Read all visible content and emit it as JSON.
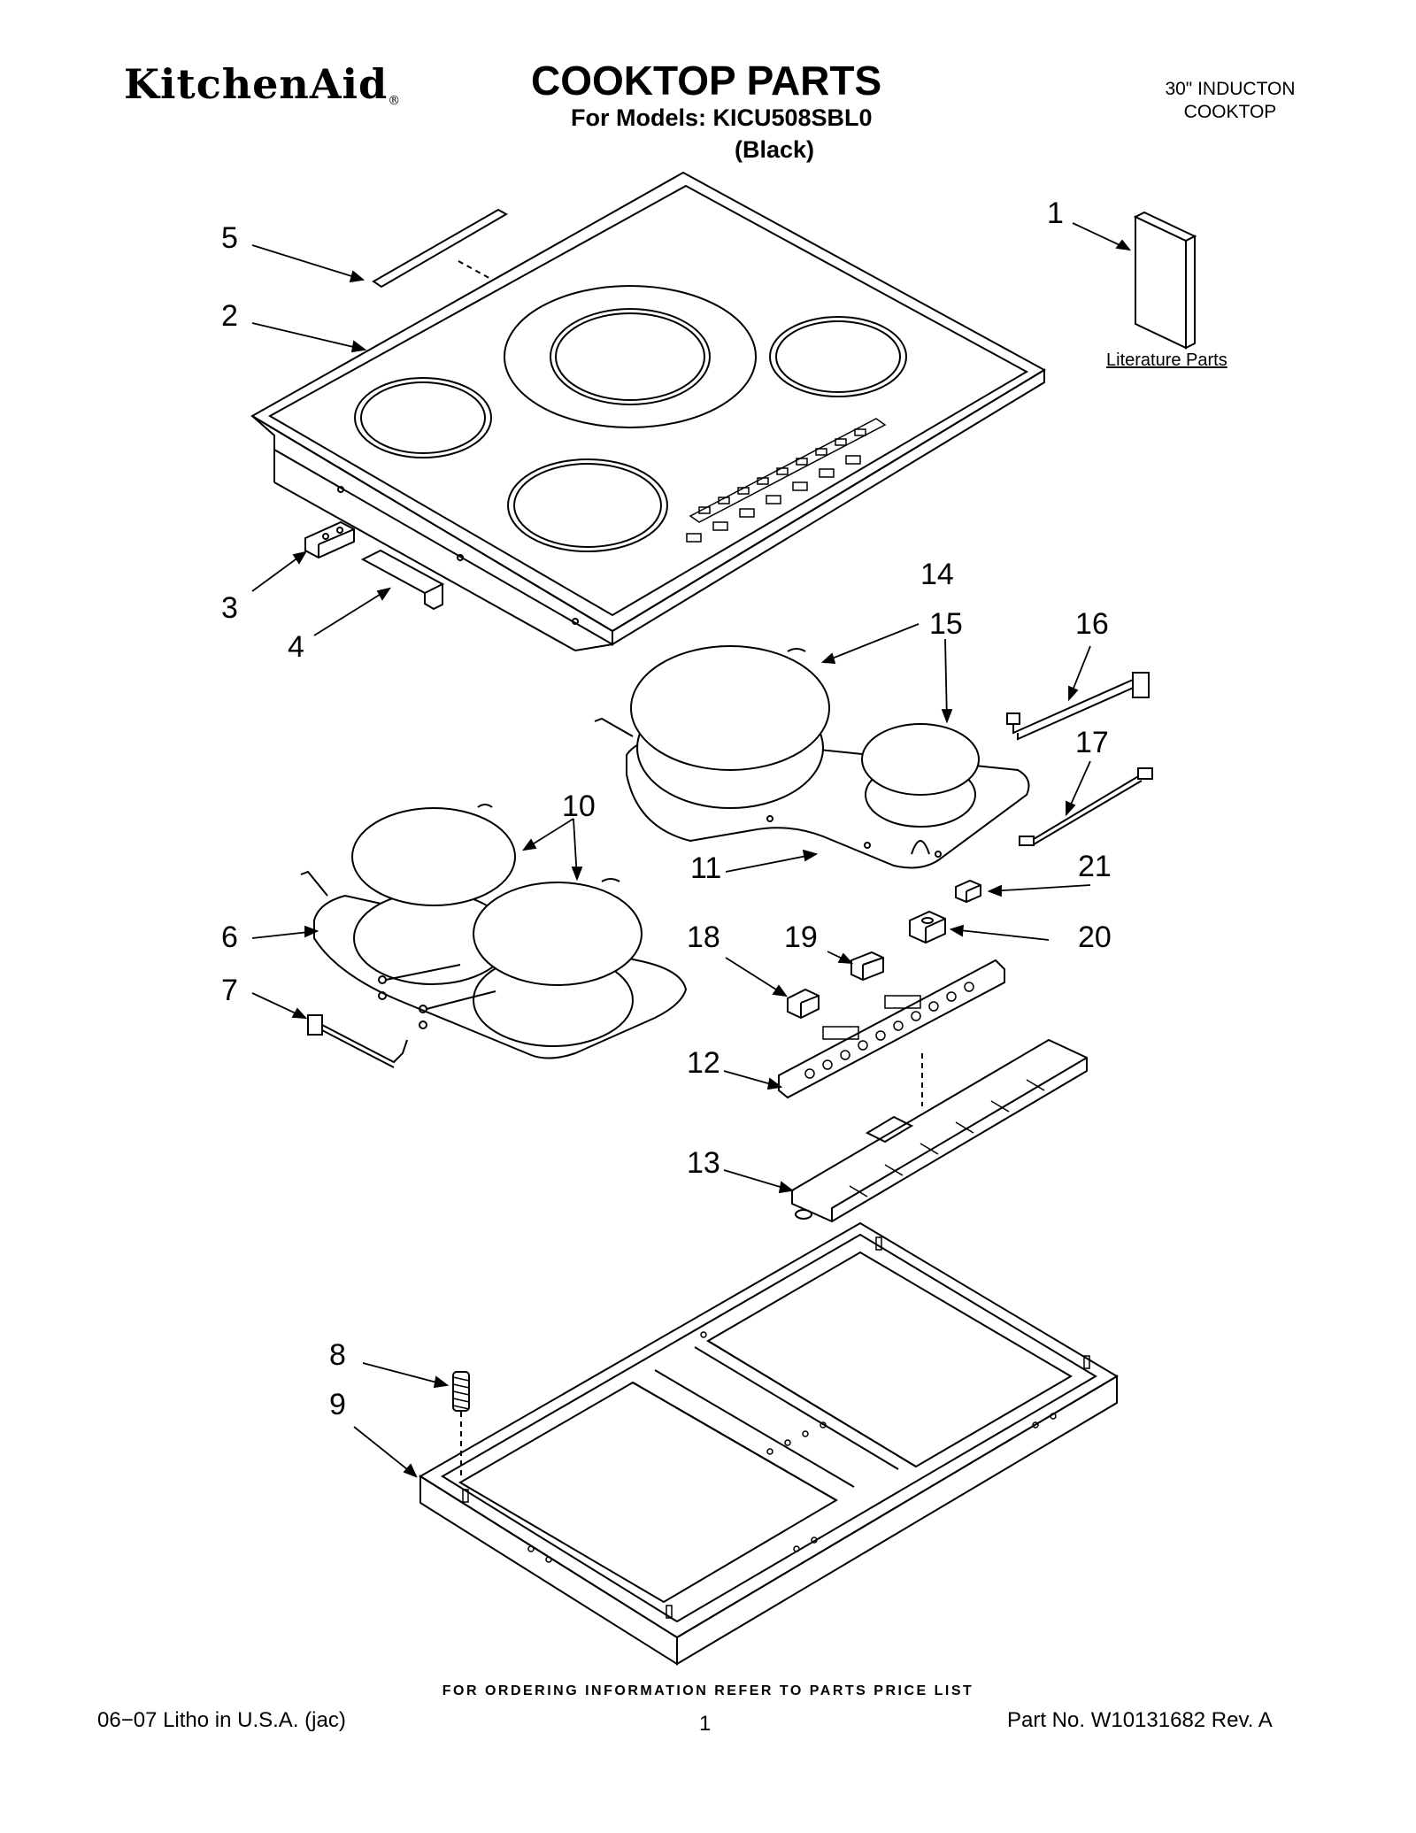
{
  "header": {
    "brand": "KitchenAid",
    "brand_mark": "®",
    "title": "COOKTOP PARTS",
    "models": "For Models: KICU508SBL0",
    "variant": "(Black)",
    "product_line1": "30\" INDUCTON",
    "product_line2": "COOKTOP"
  },
  "diagram": {
    "literature_label": "Literature Parts",
    "callouts": [
      "1",
      "2",
      "3",
      "4",
      "5",
      "6",
      "7",
      "8",
      "9",
      "10",
      "11",
      "12",
      "13",
      "14",
      "15",
      "16",
      "17",
      "18",
      "19",
      "20",
      "21"
    ]
  },
  "footer": {
    "ordering_note": "FOR ORDERING INFORMATION REFER TO PARTS PRICE LIST",
    "litho": "06−07 Litho in U.S.A. (jac)",
    "page": "1",
    "part_no": "Part No. W10131682 Rev. A"
  },
  "colors": {
    "ink": "#000000",
    "background": "#ffffff"
  }
}
